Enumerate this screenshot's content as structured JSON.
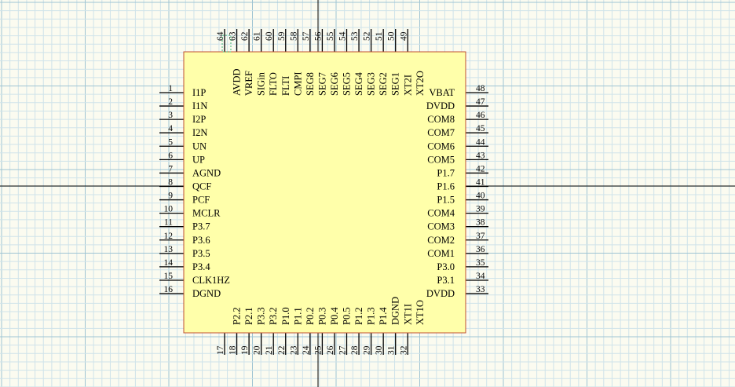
{
  "colors": {
    "background": "#fbfbf0",
    "grid_minor": "#cfe3ea",
    "grid_major": "#9fc4d3",
    "crosshair": "#000000",
    "body_fill": "#ffffaa",
    "body_stroke": "#c05030",
    "pin": "#000000",
    "text": "#000000",
    "selection": "#3cb371"
  },
  "chip": {
    "left_pins": [
      {
        "num": "1",
        "label": "I1P"
      },
      {
        "num": "2",
        "label": "I1N"
      },
      {
        "num": "3",
        "label": "I2P"
      },
      {
        "num": "4",
        "label": "I2N"
      },
      {
        "num": "5",
        "label": "UN"
      },
      {
        "num": "6",
        "label": "UP"
      },
      {
        "num": "7",
        "label": "AGND"
      },
      {
        "num": "8",
        "label": "QCF"
      },
      {
        "num": "9",
        "label": "PCF"
      },
      {
        "num": "10",
        "label": "MCLR"
      },
      {
        "num": "11",
        "label": "P3.7"
      },
      {
        "num": "12",
        "label": "P3.6"
      },
      {
        "num": "13",
        "label": "P3.5"
      },
      {
        "num": "14",
        "label": "P3.4"
      },
      {
        "num": "15",
        "label": "CLK1HZ"
      },
      {
        "num": "16",
        "label": "DGND"
      }
    ],
    "right_pins": [
      {
        "num": "48",
        "label": "VBAT"
      },
      {
        "num": "47",
        "label": "DVDD"
      },
      {
        "num": "46",
        "label": "COM8"
      },
      {
        "num": "45",
        "label": "COM7"
      },
      {
        "num": "44",
        "label": "COM6"
      },
      {
        "num": "43",
        "label": "COM5"
      },
      {
        "num": "42",
        "label": "P1.7"
      },
      {
        "num": "41",
        "label": "P1.6"
      },
      {
        "num": "40",
        "label": "P1.5"
      },
      {
        "num": "39",
        "label": "COM4"
      },
      {
        "num": "38",
        "label": "COM3"
      },
      {
        "num": "37",
        "label": "COM2"
      },
      {
        "num": "36",
        "label": "COM1"
      },
      {
        "num": "35",
        "label": "P3.0"
      },
      {
        "num": "34",
        "label": "P3.1"
      },
      {
        "num": "33",
        "label": "DVDD"
      }
    ],
    "top_pins": [
      {
        "num": "64",
        "label": ""
      },
      {
        "num": "63",
        "label": "AVDD"
      },
      {
        "num": "62",
        "label": "VREF"
      },
      {
        "num": "61",
        "label": "SIGin"
      },
      {
        "num": "60",
        "label": "FLTO"
      },
      {
        "num": "59",
        "label": "FLTI"
      },
      {
        "num": "58",
        "label": "CMPI"
      },
      {
        "num": "57",
        "label": "SEG8"
      },
      {
        "num": "56",
        "label": "SEG7"
      },
      {
        "num": "55",
        "label": "SEG6"
      },
      {
        "num": "54",
        "label": "SEG5"
      },
      {
        "num": "53",
        "label": "SEG4"
      },
      {
        "num": "52",
        "label": "SEG3"
      },
      {
        "num": "51",
        "label": "SEG2"
      },
      {
        "num": "50",
        "label": "SEG1"
      },
      {
        "num": "49",
        "label": "XT2I"
      },
      {
        "num": "",
        "label": "XT2O"
      }
    ],
    "bottom_pins": [
      {
        "num": "17",
        "label": ""
      },
      {
        "num": "18",
        "label": "P2.2"
      },
      {
        "num": "19",
        "label": "P2.1"
      },
      {
        "num": "20",
        "label": "P3.3"
      },
      {
        "num": "21",
        "label": "P3.2"
      },
      {
        "num": "22",
        "label": "P1.0"
      },
      {
        "num": "23",
        "label": "P1.1"
      },
      {
        "num": "24",
        "label": "P0.2"
      },
      {
        "num": "25",
        "label": "P0.3"
      },
      {
        "num": "26",
        "label": "P0.4"
      },
      {
        "num": "27",
        "label": "P0.5"
      },
      {
        "num": "28",
        "label": "P1.2"
      },
      {
        "num": "29",
        "label": "P1.3"
      },
      {
        "num": "30",
        "label": "P1.4"
      },
      {
        "num": "31",
        "label": "DGND"
      },
      {
        "num": "32",
        "label": "XT1I"
      },
      {
        "num": "",
        "label": "XT1O"
      }
    ]
  }
}
